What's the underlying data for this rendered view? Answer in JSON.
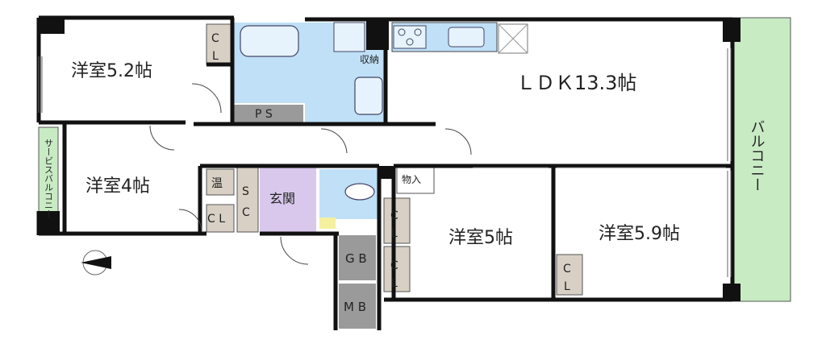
{
  "rooms": {
    "western_1": "洋室5.2帖",
    "western_2": "洋室4帖",
    "western_3": "洋室5帖",
    "western_4": "洋室5.9帖",
    "ldk": "ＬＤＫ13.3帖",
    "entrance": "玄関"
  },
  "storage": {
    "cl": "C\nL",
    "cl_h": "C L",
    "ps": "P S",
    "sc": "S\nC",
    "onsui": "温",
    "monoire": "物入",
    "shuno": "収納",
    "gb": "G B",
    "mb": "M B"
  },
  "balcony": {
    "main": "バルコニー",
    "service": "サービスバルコニー"
  },
  "compass": {
    "north": "N"
  },
  "colors": {
    "wall": "#111111",
    "wet_area": "#bfe0f7",
    "entrance": "#d9c8ec",
    "storage": "#d8d0c4",
    "utility": "#9a9a9a",
    "balcony": "#c8ebc4",
    "floor_hall": "#ffffff"
  }
}
